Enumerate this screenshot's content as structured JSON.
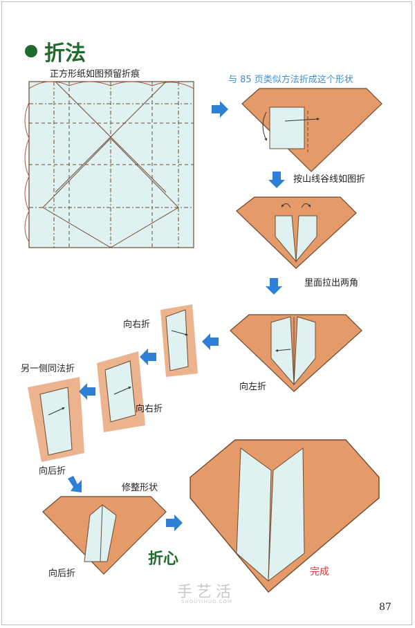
{
  "heading": "折法",
  "captions": {
    "step1": "正方形纸如图预留折痕",
    "step2": "与 85 页类似方法折成这个形状",
    "step3": "按山线谷线如图折",
    "step4": "里面拉出两角",
    "step5": "向左折",
    "step6": "向右折",
    "step7": "向右折",
    "step8": "另一侧同法折",
    "step9": "向后折",
    "step10": "修整形状",
    "step11": "向后折"
  },
  "title": "折心",
  "done": "完成",
  "watermark": {
    "text": "手艺活",
    "url": "SHOUYIHUO.COM"
  },
  "page_number": "87",
  "colors": {
    "paper_front": "#e59a6a",
    "paper_back": "#dff1f1",
    "arrow": "#2e7fd6",
    "green": "#1f6b2c",
    "red": "#d23838"
  }
}
